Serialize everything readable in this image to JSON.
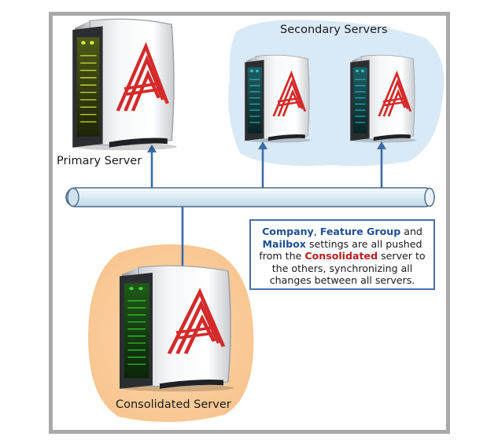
{
  "labels": {
    "secondary_servers": "Secondary Servers",
    "primary_server": "Primary Server",
    "consolidated_server": "Consolidated Server"
  },
  "note": {
    "part1": "Company",
    "part2": ", ",
    "part3": "Feature Group",
    "part4": " and ",
    "part5": "Mailbox",
    "part6": " settings are all pushed from the ",
    "part7": "Consolidated",
    "part8": " server to the others, synchronizing all changes between all servers."
  },
  "colors": {
    "frame_border": "#a9a9a9",
    "secondary_region": "#d9e9f6",
    "consolidated_region": "#fbcf9d",
    "bus_fill": "#e6f1f8",
    "bus_stroke": "#4d6b8a",
    "connector": "#3d6aa8",
    "logo_red": "#d42a2a",
    "note_border": "#4a6fa5",
    "keyword_blue": "#1f4f8f",
    "keyword_red": "#b52020",
    "led_yellow": "#d8e83a",
    "led_cyan": "#2ec7d0",
    "led_green": "#3fd63a"
  },
  "icons": {
    "server": "server-tower-icon",
    "logo": "letter-a-logo-icon"
  }
}
